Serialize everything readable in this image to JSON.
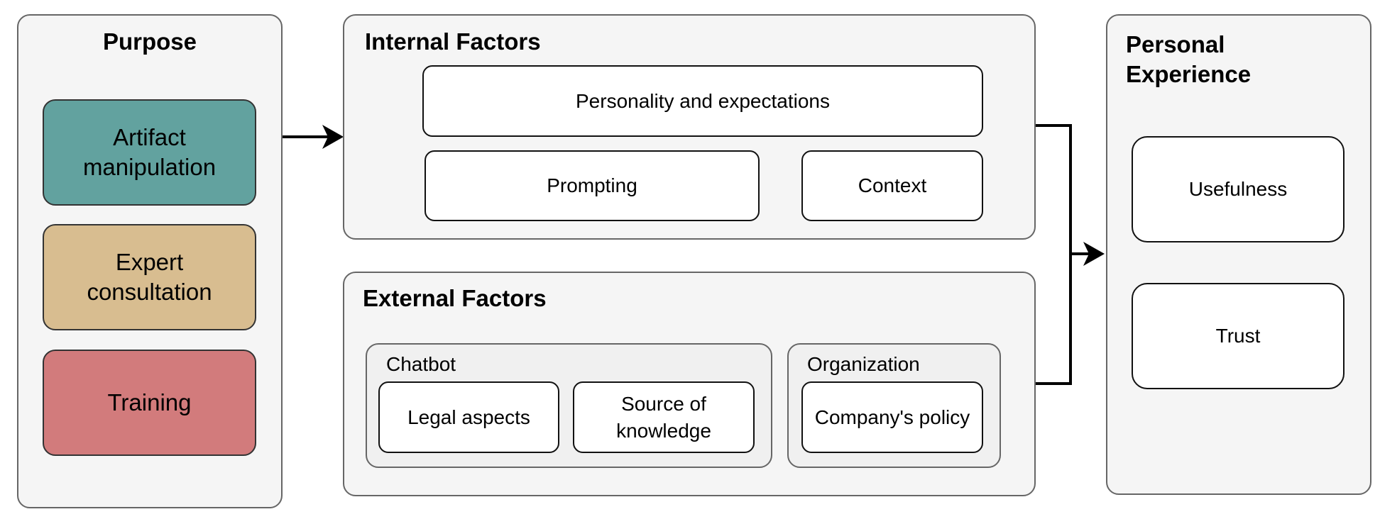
{
  "purpose": {
    "title": "Purpose",
    "items": [
      {
        "label": "Artifact\nmanipulation",
        "color": "#62a29f"
      },
      {
        "label": "Expert\nconsultation",
        "color": "#d8bd90"
      },
      {
        "label": "Training",
        "color": "#d27b7c"
      }
    ]
  },
  "internal": {
    "title": "Internal Factors",
    "personality": "Personality and expectations",
    "prompting": "Prompting",
    "context": "Context"
  },
  "external": {
    "title": "External Factors",
    "chatbot": {
      "title": "Chatbot",
      "legal": "Legal aspects",
      "source": "Source of\nknowledge"
    },
    "organization": {
      "title": "Organization",
      "policy": "Company's policy"
    }
  },
  "experience": {
    "title": "Personal\nExperience",
    "usefulness": "Usefulness",
    "trust": "Trust"
  }
}
